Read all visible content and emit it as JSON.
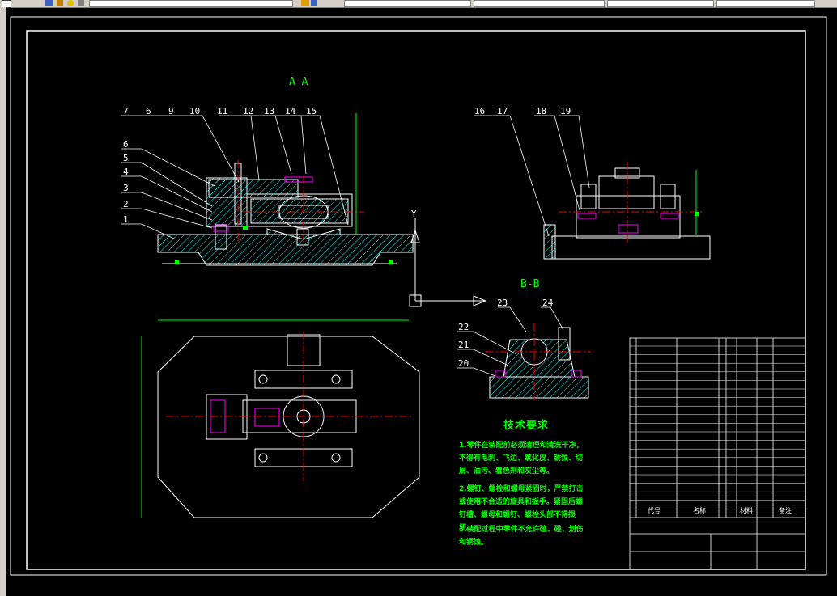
{
  "views": {
    "section_aa": "A-A",
    "section_bb": "B-B",
    "axis_y": "Y"
  },
  "callouts_top": [
    "7",
    "6",
    "9",
    "10",
    "11",
    "12",
    "13",
    "14",
    "15"
  ],
  "callouts_left": [
    "6",
    "5",
    "4",
    "3",
    "2",
    "1"
  ],
  "callouts_right": [
    "16",
    "17",
    "18",
    "19"
  ],
  "callouts_bb": [
    "23",
    "24",
    "22",
    "21",
    "20"
  ],
  "tech_requirements": {
    "title": "技术要求",
    "items": [
      "1.零件在装配前必须清理和清洗干净，不得有毛刺、飞边、氧化皮、锈蚀、切屑、油污、着色剂和灰尘等。",
      "2.螺钉、螺栓和螺母紧固时，严禁打击或使用不合适的旋具和扳手。紧固后螺钉槽、螺母和螺钉、螺栓头部不得损坏。",
      "3.装配过程中零件不允许磕、碰、划伤和锈蚀。"
    ]
  },
  "title_block": {
    "header_code": "代号",
    "header_name": "名称",
    "header_material": "材料",
    "header_remark": "备注"
  },
  "colors": {
    "background": "#000000",
    "outline": "#ffffff",
    "hatch": "#00ffff",
    "text": "#00ff00",
    "centerline": "#ff0000",
    "dimension": "#00ff00",
    "highlight": "#ff00ff"
  }
}
